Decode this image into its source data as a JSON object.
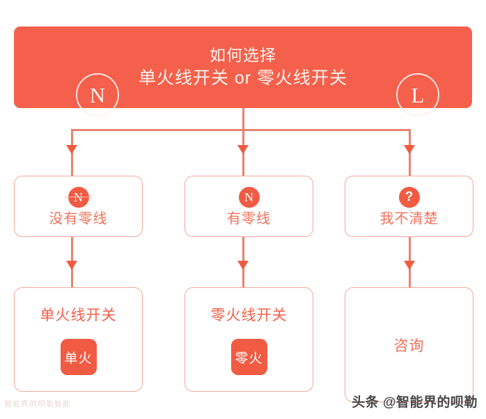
{
  "colors": {
    "brand": "#F4604B",
    "connector": "#E8826F",
    "arrow": "#F05A40",
    "box_border": "#F0A99B",
    "label_text": "#F4705A",
    "badge_bg": "#F15B43",
    "banner_text": "#FFF3EF",
    "background": "#FFFFFF"
  },
  "header": {
    "left_icon": "circle-n-icon",
    "left_icon_letter": "N",
    "right_icon": "circle-l-icon",
    "right_icon_letter": "L",
    "title_line1": "如何选择",
    "title_line2": "单火线开关 or 零火线开关"
  },
  "decision_row": [
    {
      "icon": "circle-n-struck-icon",
      "icon_letter": "N",
      "struck": true,
      "label": "没有零线"
    },
    {
      "icon": "circle-n-icon",
      "icon_letter": "N",
      "struck": false,
      "label": "有零线"
    },
    {
      "icon": "circle-question-icon",
      "icon_letter": "?",
      "struck": false,
      "label": "我不清楚"
    }
  ],
  "result_row": [
    {
      "title": "单火线开关",
      "badge": "单火",
      "has_badge": true
    },
    {
      "title": "零火线开关",
      "badge": "零火",
      "has_badge": true
    },
    {
      "title": "",
      "badge": "",
      "has_badge": false,
      "center_text": "咨询"
    }
  ],
  "watermarks": {
    "bottom_left": "智能界的呗勒智能",
    "bottom_right": "头条 @智能界的呗勒"
  }
}
